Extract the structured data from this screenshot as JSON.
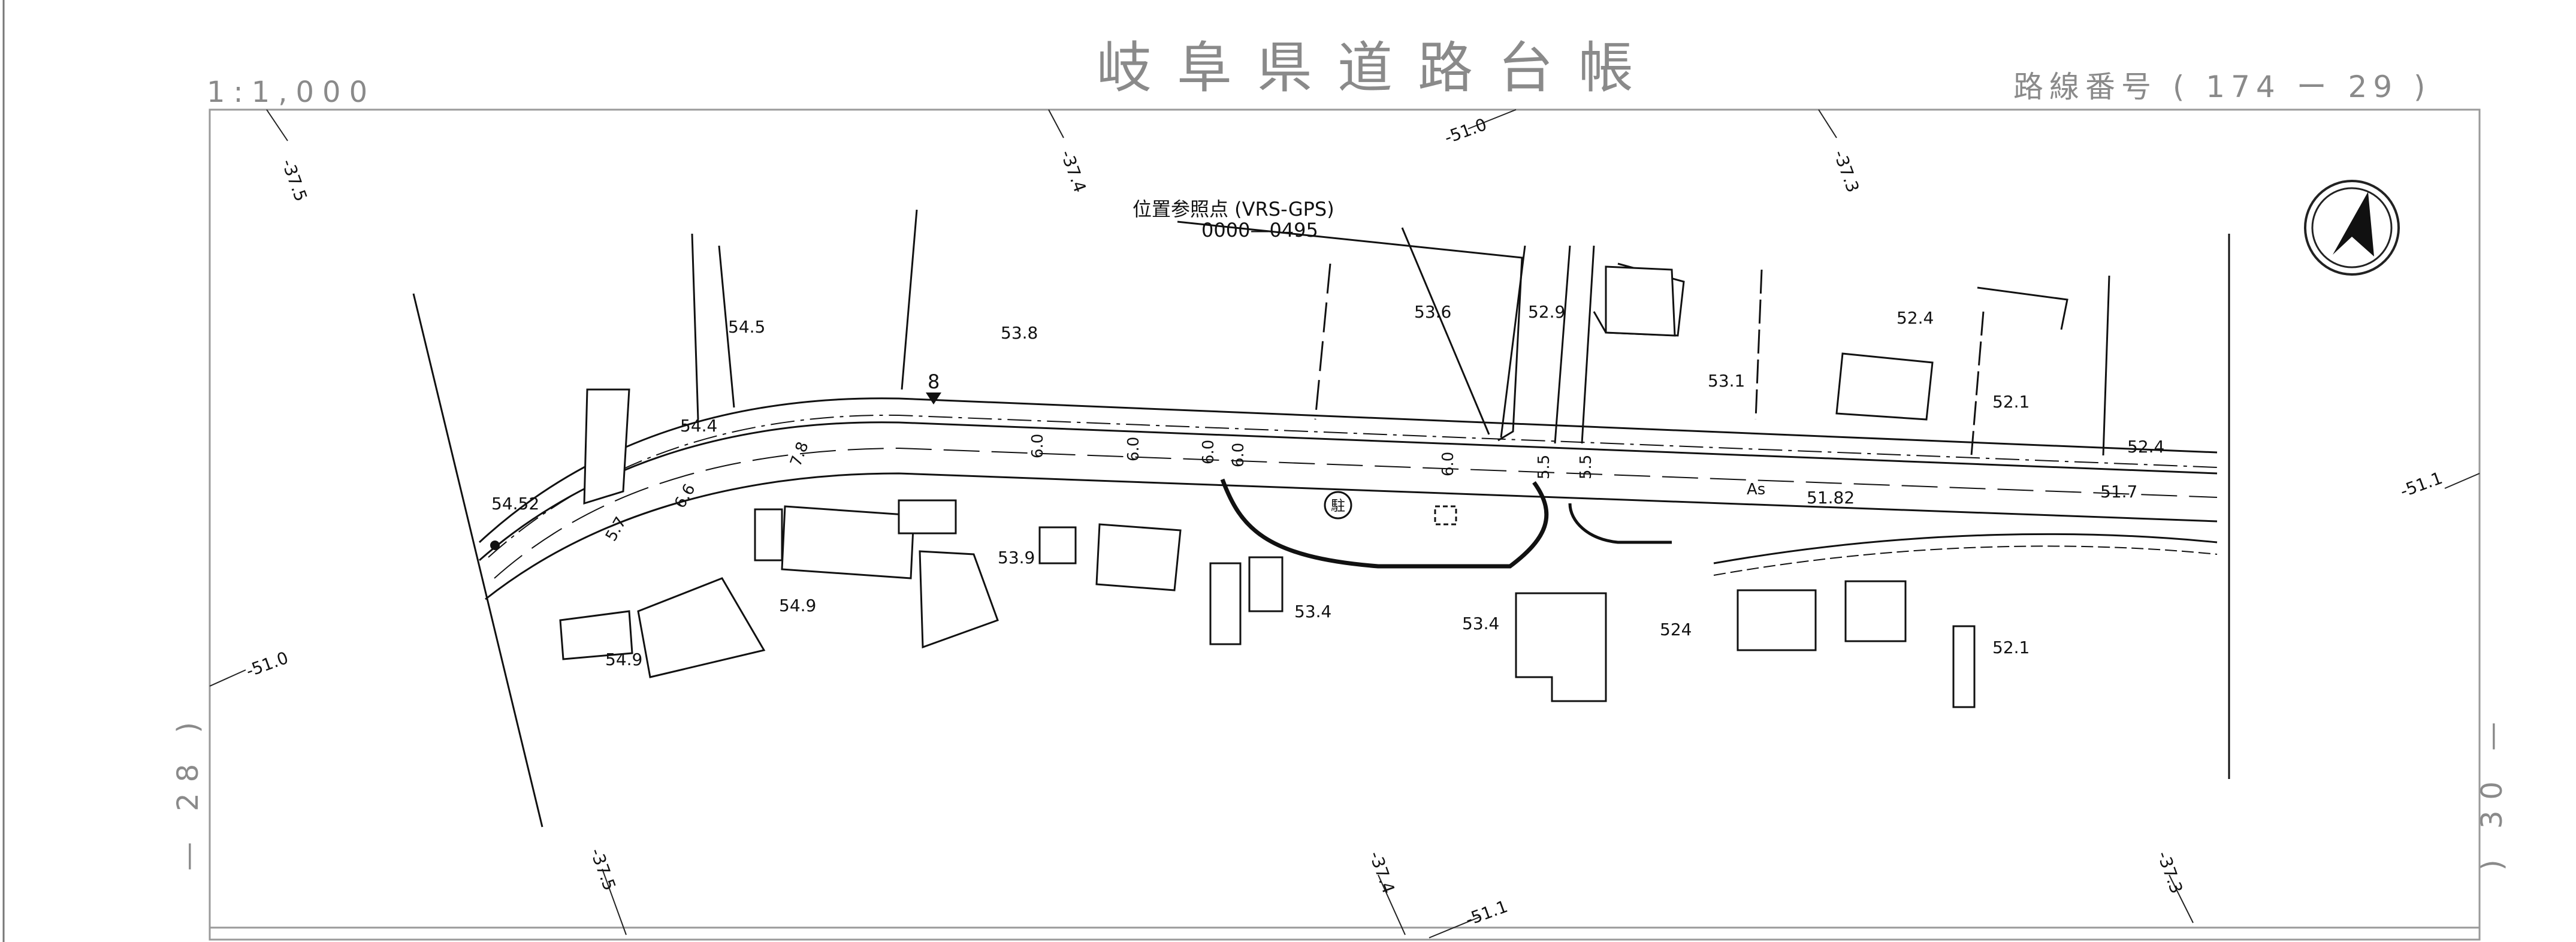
{
  "sheet": {
    "title": "岐阜県道路台帳",
    "scale": "1:1,000",
    "route_number": "路線番号 ( 174 ー 29 )",
    "side_left": "— 28 )",
    "side_right": ") 30 —"
  },
  "reference_point": {
    "label": "位置参照点 (VRS-GPS)",
    "code": "0000—0495",
    "marker_number": "8"
  },
  "grid_labels": [
    "-37.5",
    "-37.4",
    "-51.0",
    "-37.3",
    "-51.1",
    "-51.0",
    "-37.5",
    "-37.4",
    "-51.1",
    "-37.3"
  ],
  "elevations": [
    "54.5",
    "53.8",
    "53.6",
    "52.9",
    "53.1",
    "52.4",
    "52.1",
    "52.4",
    "54.4",
    "54.52",
    "53.9",
    "54.9",
    "54.9",
    "53.4",
    "53.4",
    "524",
    "52.1",
    "51.82",
    "51.7"
  ],
  "road_widths": [
    "7.8",
    "6.6",
    "5.7",
    "6.0",
    "6.0",
    "6.0",
    "6.0",
    "5.5",
    "5.5",
    "6.0"
  ],
  "surface": "As",
  "parking_symbol": "駐",
  "north_arrow": "north-arrow-icon"
}
